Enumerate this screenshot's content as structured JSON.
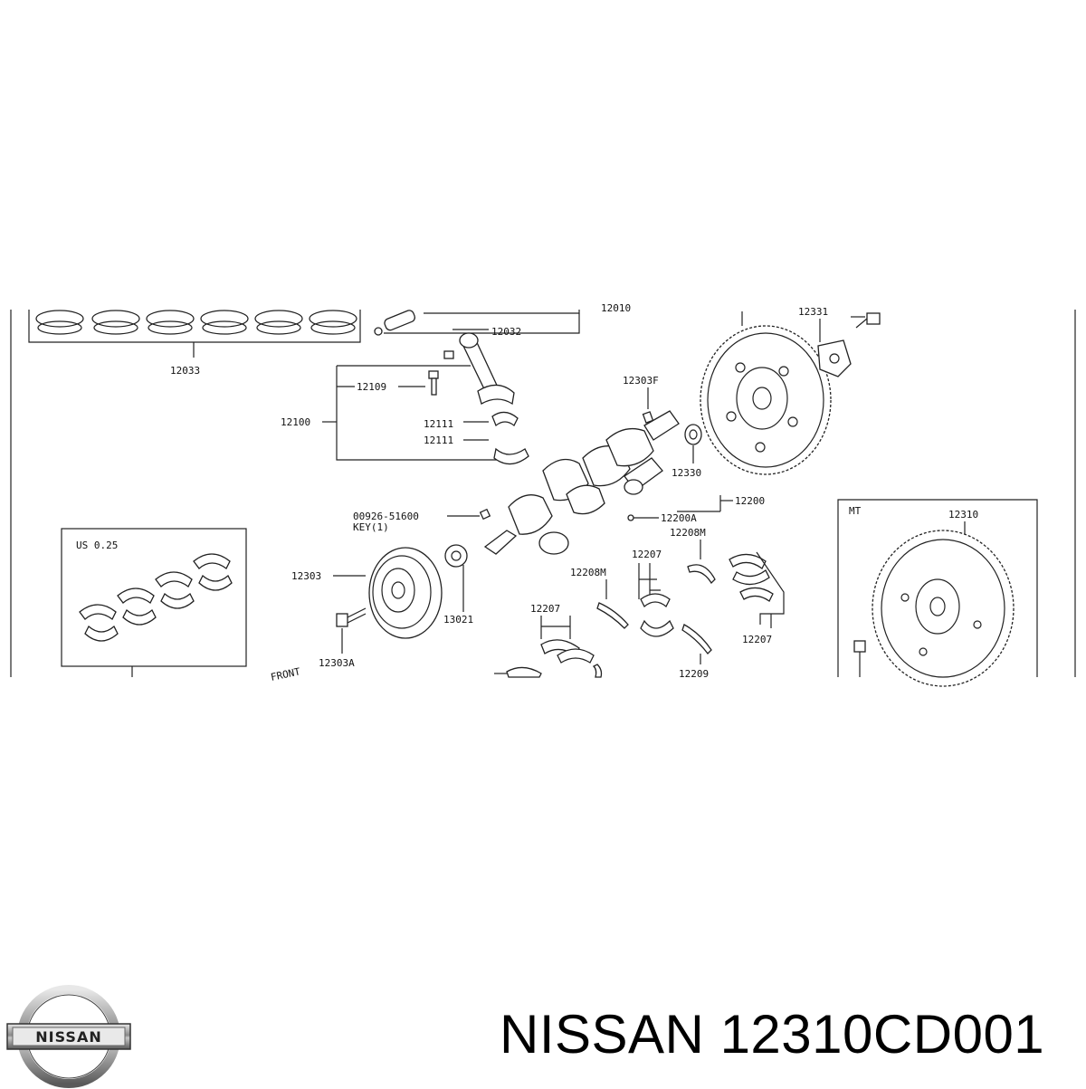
{
  "brand": {
    "name": "NISSAN",
    "part_number": "12310CD001",
    "logo_text": "NISSAN"
  },
  "diagram": {
    "labels": {
      "piston_ring_set": "12033",
      "piston_pin": "12032",
      "cut_off_top": "12010",
      "conrod_bolt": "12109",
      "conrod_assy": "12100",
      "conrod_bearing_a": "12111",
      "conrod_bearing_b": "12111",
      "pilot_pin": "12303F",
      "pilot_bushing": "12330",
      "crankshaft_assy": "12200",
      "crankshaft": "12200A",
      "key_part": "00926-51600",
      "key_qty": "KEY(1)",
      "undersize": "US 0.25",
      "pulley": "12303",
      "pulley_bolt": "12303A",
      "sprocket": "13021",
      "main_bearing_upper": "12207",
      "main_bearing_lower": "12207",
      "main_bearing_side": "12207",
      "thrust_washer_a": "12208M",
      "thrust_washer_b": "12208M",
      "thrust_washer_c": "12209",
      "drive_plate": "12331",
      "flywheel_mt_box": "MT",
      "flywheel": "12310",
      "front_mark": "FRONT"
    }
  }
}
